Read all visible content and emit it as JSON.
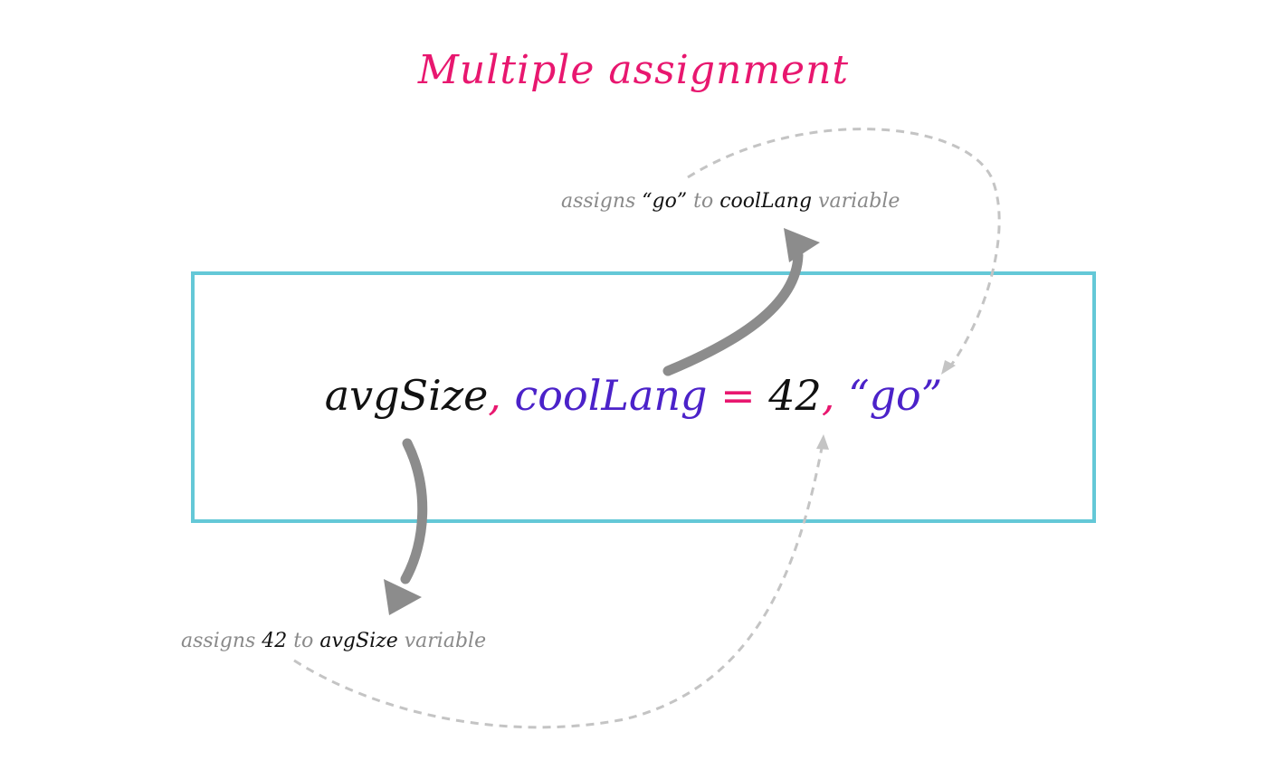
{
  "title": "Multiple assignment",
  "code": {
    "var1": "avgSize",
    "comma1": ",",
    "var2": "coolLang",
    "equals": "=",
    "val1": "42",
    "comma2": ",",
    "val2": "“go”"
  },
  "notes": {
    "top": {
      "prefix": "assigns",
      "value": "“go”",
      "middle": "to",
      "variable": "coolLang",
      "suffix": "variable"
    },
    "bottom": {
      "prefix": "assigns",
      "value": "42",
      "middle": "to",
      "variable": "avgSize",
      "suffix": "variable"
    }
  },
  "colors": {
    "title": "#e8176f",
    "box_border": "#64c8d7",
    "variable_purple": "#4b22c9",
    "operator_pink": "#e8176f",
    "solid_arrow": "#8c8c8c",
    "dashed_arrow": "#c4c4c4"
  }
}
